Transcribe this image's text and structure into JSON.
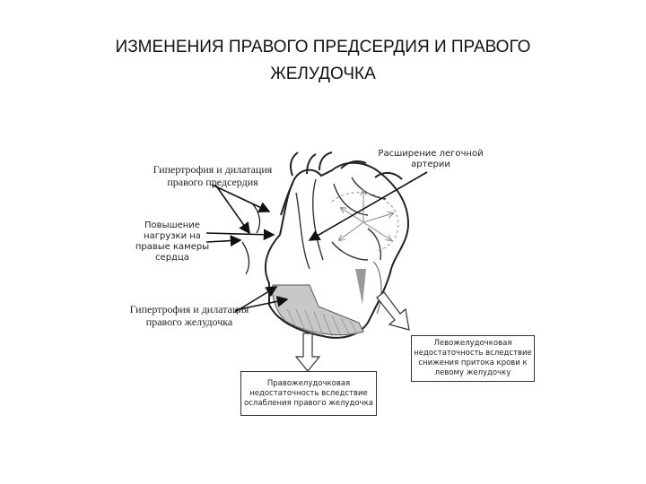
{
  "title": {
    "line1": "ИЗМЕНЕНИЯ ПРАВОГО ПРЕДСЕРДИЯ И ПРАВОГО",
    "line2": "ЖЕЛУДОЧКА"
  },
  "labels": {
    "pulmonary_line1": "Расширение легочной",
    "pulmonary_line2": "артерии",
    "atrium_line1": "Гипертрофия и дилатация",
    "atrium_line2": "правого предсердия",
    "load_line1": "Повышение",
    "load_line2": "нагрузки на",
    "load_line3": "правые камеры",
    "load_line4": "сердца",
    "ventricle_line1": "Гипертрофия и дилатация",
    "ventricle_line2": "правого желудочка"
  },
  "boxes": {
    "left_failure": {
      "line1": "Левожелудочковая",
      "line2": "недостаточность вследствие",
      "line3": "снижения притока крови к",
      "line4": "левому желудочку"
    },
    "right_failure": {
      "line1": "Правожелудочковая",
      "line2": "недостаточность вследствие",
      "line3": "ослабления правого желудочка"
    }
  }
}
